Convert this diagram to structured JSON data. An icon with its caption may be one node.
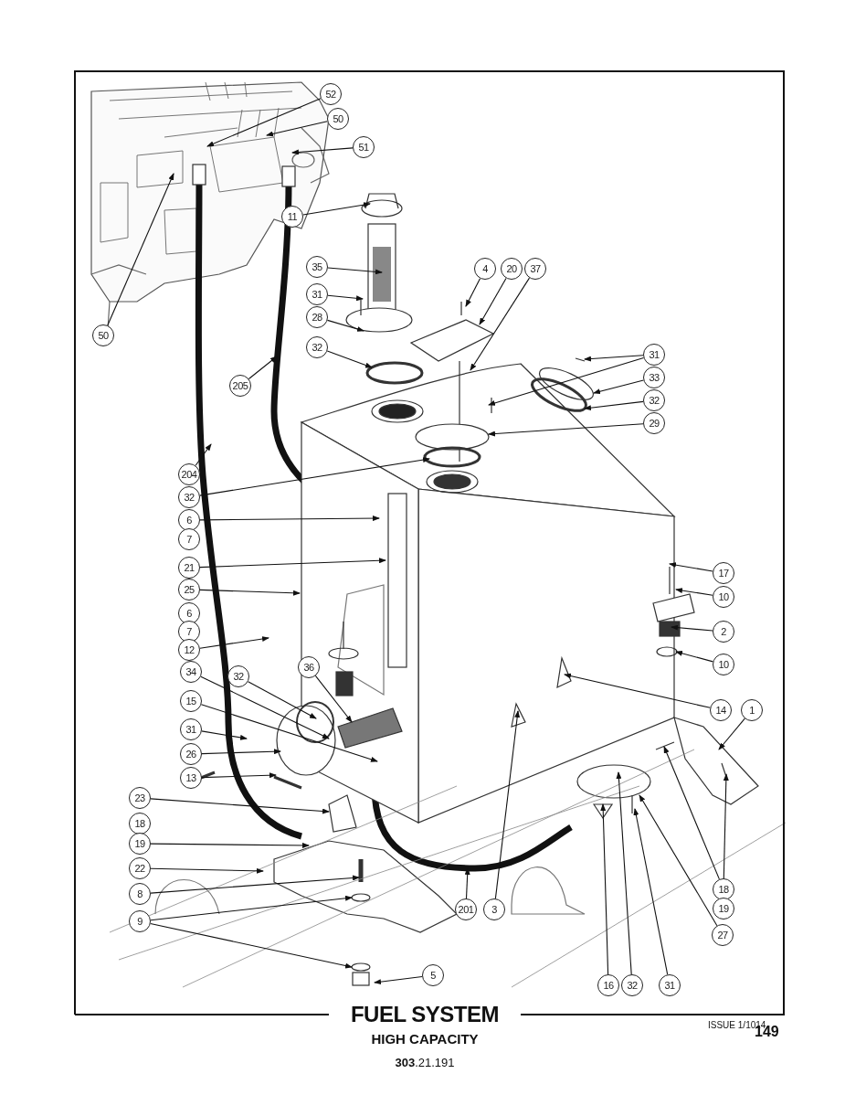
{
  "diagram": {
    "title": "FUEL SYSTEM",
    "nodes": [
      {
        "text": [
          "52"
        ]
      },
      {
        "text": [
          "50"
        ]
      },
      {
        "text": [
          "51"
        ]
      },
      {
        "text": [
          "11"
        ]
      },
      {
        "text": [
          "35"
        ]
      },
      {
        "text": [
          "31"
        ]
      },
      {
        "text": [
          "28"
        ]
      },
      {
        "text": [
          "32"
        ]
      },
      {
        "text": [
          "205"
        ]
      },
      {
        "text": [
          "50"
        ]
      },
      {
        "text": [
          "4"
        ]
      },
      {
        "text": [
          "20"
        ]
      },
      {
        "text": [
          "37"
        ]
      },
      {
        "text": [
          "31"
        ]
      },
      {
        "text": [
          "33"
        ]
      },
      {
        "text": [
          "32"
        ]
      },
      {
        "text": [
          "29"
        ]
      },
      {
        "text": [
          "204"
        ]
      },
      {
        "text": [
          "32"
        ]
      },
      {
        "text": [
          "6"
        ]
      },
      {
        "text": [
          "7"
        ]
      },
      {
        "text": [
          "21"
        ]
      },
      {
        "text": [
          "25"
        ]
      },
      {
        "text": [
          "6"
        ]
      },
      {
        "text": [
          "7"
        ]
      },
      {
        "text": [
          "12"
        ]
      },
      {
        "text": [
          "34"
        ]
      },
      {
        "text": [
          "32"
        ]
      },
      {
        "text": [
          "36"
        ]
      },
      {
        "text": [
          "15"
        ]
      },
      {
        "text": [
          "31"
        ]
      },
      {
        "text": [
          "26"
        ]
      },
      {
        "text": [
          "13"
        ]
      },
      {
        "text": [
          "23"
        ]
      },
      {
        "text": [
          "18"
        ]
      },
      {
        "text": [
          "19"
        ]
      },
      {
        "text": [
          "22"
        ]
      },
      {
        "text": [
          "8"
        ]
      },
      {
        "text": [
          "9"
        ]
      },
      {
        "text": [
          "5"
        ]
      },
      {
        "text": [
          "201"
        ]
      },
      {
        "text": [
          "3"
        ]
      },
      {
        "text": [
          "16"
        ]
      },
      {
        "text": [
          "32"
        ]
      },
      {
        "text": [
          "31"
        ]
      },
      {
        "text": [
          "27"
        ]
      },
      {
        "text": [
          "18"
        ]
      },
      {
        "text": [
          "19"
        ]
      },
      {
        "text": [
          "1"
        ]
      },
      {
        "text": [
          "14"
        ]
      },
      {
        "text": [
          "10"
        ]
      },
      {
        "text": [
          "2"
        ]
      },
      {
        "text": [
          "10"
        ]
      },
      {
        "text": [
          "17"
        ]
      }
    ],
    "edges": [
      {
        "from": 0,
        "to": null,
        "arrow": "to"
      },
      {
        "from": 1,
        "to": null,
        "arrow": "to"
      },
      {
        "from": 2,
        "to": null,
        "arrow": "to"
      },
      {
        "from": 3,
        "to": null,
        "arrow": "to"
      },
      {
        "from": 4,
        "to": null,
        "arrow": "to"
      },
      {
        "from": 5,
        "to": null,
        "arrow": "to"
      },
      {
        "from": 6,
        "to": null,
        "arrow": "to"
      },
      {
        "from": 7,
        "to": null,
        "arrow": "to"
      },
      {
        "from": 8,
        "to": null,
        "arrow": "to"
      },
      {
        "from": 9,
        "to": null,
        "arrow": "to"
      },
      {
        "from": 10,
        "to": null,
        "arrow": "to"
      },
      {
        "from": 11,
        "to": null,
        "arrow": "to"
      },
      {
        "from": 12,
        "to": null,
        "arrow": "to"
      },
      {
        "from": 13,
        "to": null,
        "arrow": "to"
      },
      {
        "from": 13,
        "to": null,
        "arrow": "to"
      },
      {
        "from": 14,
        "to": null,
        "arrow": "to"
      },
      {
        "from": 15,
        "to": null,
        "arrow": "to"
      },
      {
        "from": 16,
        "to": null,
        "arrow": "to"
      },
      {
        "from": 17,
        "to": null,
        "arrow": "to"
      },
      {
        "from": 18,
        "to": null,
        "arrow": "to"
      },
      {
        "from": 19,
        "to": null,
        "arrow": "to"
      },
      {
        "from": 21,
        "to": null,
        "arrow": "to"
      },
      {
        "from": 22,
        "to": null,
        "arrow": "to"
      },
      {
        "from": 25,
        "to": null,
        "arrow": "to"
      },
      {
        "from": 26,
        "to": null,
        "arrow": "to"
      },
      {
        "from": 27,
        "to": null,
        "arrow": "to"
      },
      {
        "from": 28,
        "to": null,
        "arrow": "to"
      },
      {
        "from": 29,
        "to": null,
        "arrow": "to"
      },
      {
        "from": 30,
        "to": null,
        "arrow": "to"
      },
      {
        "from": 31,
        "to": null,
        "arrow": "to"
      },
      {
        "from": 32,
        "to": null,
        "arrow": "to"
      },
      {
        "from": 33,
        "to": null,
        "arrow": "to"
      },
      {
        "from": 35,
        "to": null,
        "arrow": "to"
      },
      {
        "from": 36,
        "to": null,
        "arrow": "to"
      },
      {
        "from": 37,
        "to": null,
        "arrow": "to"
      },
      {
        "from": 38,
        "to": null,
        "arrow": "to"
      },
      {
        "from": 38,
        "to": null,
        "arrow": "to"
      },
      {
        "from": 39,
        "to": null,
        "arrow": "to"
      },
      {
        "from": 40,
        "to": null,
        "arrow": "to"
      },
      {
        "from": 41,
        "to": null,
        "arrow": "to"
      },
      {
        "from": 42,
        "to": null,
        "arrow": "to"
      },
      {
        "from": 43,
        "to": null,
        "arrow": "to"
      },
      {
        "from": 44,
        "to": null,
        "arrow": "to"
      },
      {
        "from": 45,
        "to": null,
        "arrow": "to"
      },
      {
        "from": 46,
        "to": null,
        "arrow": "to"
      },
      {
        "from": 46,
        "to": null,
        "arrow": "to"
      },
      {
        "from": 48,
        "to": null,
        "arrow": "to"
      },
      {
        "from": 49,
        "to": null,
        "arrow": "to"
      },
      {
        "from": 50,
        "to": null,
        "arrow": "to"
      },
      {
        "from": 51,
        "to": null,
        "arrow": "to"
      },
      {
        "from": 52,
        "to": null,
        "arrow": "to"
      },
      {
        "from": 53,
        "to": null,
        "arrow": "to"
      }
    ],
    "labels": [
      "HIGH CAPACITY",
      "**303**.21.191",
      "ISSUE 1/1014",
      "149"
    ]
  }
}
